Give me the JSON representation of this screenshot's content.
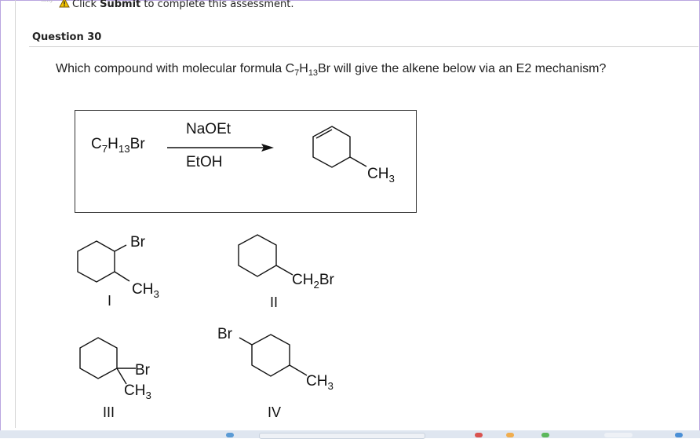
{
  "notice": {
    "prefix": "Click",
    "bold": "Submit",
    "suffix": "to complete this assessment."
  },
  "question": {
    "title": "Question 30",
    "text_before": "Which compound with molecular formula C",
    "sub1": "7",
    "text_h": "H",
    "sub2": "13",
    "text_after": "Br will give the alkene below via  an E2 mechanism?"
  },
  "reaction": {
    "reactant": {
      "c": "C",
      "c_sub": "7",
      "h": "H",
      "h_sub": "13",
      "br": "Br"
    },
    "reagent_top": "NaOEt",
    "reagent_bottom": "EtOH",
    "product_substituent": "CH",
    "product_substituent_sub": "3"
  },
  "options": [
    {
      "numeral": "I",
      "label_top": "Br",
      "label_bottom": "CH",
      "label_bottom_sub": "3"
    },
    {
      "numeral": "II",
      "label": "CH",
      "label_sub": "2",
      "label_end": "Br"
    },
    {
      "numeral": "III",
      "label_top": "Br",
      "label_bottom": "CH",
      "label_bottom_sub": "3"
    },
    {
      "numeral": "IV",
      "label_top": "Br",
      "label_bottom": "CH",
      "label_bottom_sub": "3"
    }
  ],
  "colors": {
    "frame": "#b9a6e0",
    "warning": "#e8b400",
    "text": "#222222"
  }
}
